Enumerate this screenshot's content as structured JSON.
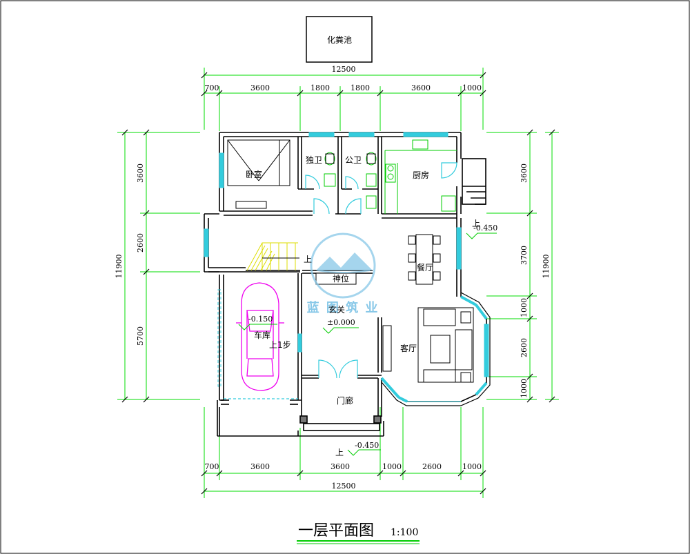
{
  "colors": {
    "dimension": "#00dd00",
    "wall": "#000000",
    "window": "#33ccdd",
    "fixture": "#00cc00",
    "car": "#ee00ee",
    "stair": "#dddd00",
    "watermark": "#88c8e8"
  },
  "septic_tank": "化粪池",
  "top_dims": {
    "total": "12500",
    "segments": [
      "700",
      "3600",
      "1800",
      "1800",
      "3600",
      "1000"
    ]
  },
  "bottom_dims": {
    "total": "12500",
    "segments": [
      "700",
      "3600",
      "3600",
      "1000",
      "2600",
      "1000"
    ]
  },
  "left_dims": {
    "total": "11900",
    "segments": [
      "3600",
      "2600",
      "5700"
    ]
  },
  "right_dims": {
    "total": "11900",
    "segments": [
      "3600",
      "3700",
      "1000",
      "2600",
      "1000"
    ]
  },
  "rooms": {
    "bedroom": "卧室",
    "private_bath": "独卫",
    "public_bath": "公卫",
    "kitchen": "厨房",
    "dining": "餐厅",
    "living": "客厅",
    "foyer": "玄关",
    "garage": "车库",
    "porch": "门廊",
    "shrine": "神位"
  },
  "markers": {
    "up": "上",
    "up_step": "上1步",
    "elev_kitchen": "-0.450",
    "elev_garage": "-0.150",
    "elev_foyer": "±0.000",
    "elev_porch": "-0.450"
  },
  "watermark": "蓝 图 筑 业",
  "plan_title": "一层平面图",
  "plan_scale": "1:100"
}
